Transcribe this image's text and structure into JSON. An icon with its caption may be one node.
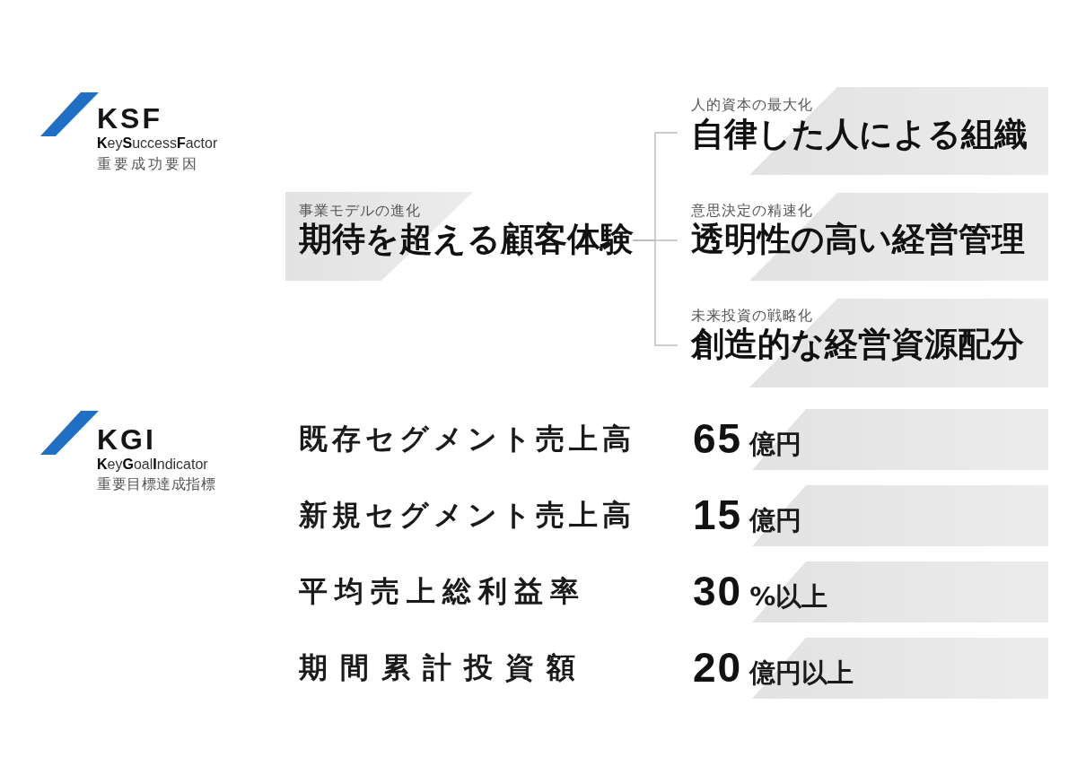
{
  "diagram": {
    "nodes": [
      {
        "text": [
          "事業モデルの進化",
          "期待を超える顧客体験"
        ]
      },
      {
        "text": [
          "人的資本の最大化",
          "自律した人による組織"
        ]
      },
      {
        "text": [
          "意思決定の精速化",
          "透明性の高い経営管理"
        ]
      },
      {
        "text": [
          "未来投資の戦略化",
          "創造的な経営資源配分"
        ]
      },
      {
        "text": [
          "65",
          "億円"
        ]
      },
      {
        "text": [
          "15",
          "億円"
        ]
      },
      {
        "text": [
          "30",
          "%以上"
        ]
      },
      {
        "text": [
          "20",
          "億円以上"
        ]
      }
    ],
    "edges": [
      {
        "from": 0,
        "to": 1,
        "arrow": "none"
      },
      {
        "from": 0,
        "to": 2,
        "arrow": "none"
      },
      {
        "from": 0,
        "to": 3,
        "arrow": "none"
      }
    ],
    "labels": [
      "KSF",
      "**K**ey**S**uccess**F**actor",
      "重要成功要因",
      "KGI",
      "**K**ey**G**oal**I**ndicator",
      "重要目標達成指標",
      "既存セグメント売上高",
      "新規セグメント売上高",
      "平均売上総利益率",
      "期間累計投資額"
    ]
  }
}
